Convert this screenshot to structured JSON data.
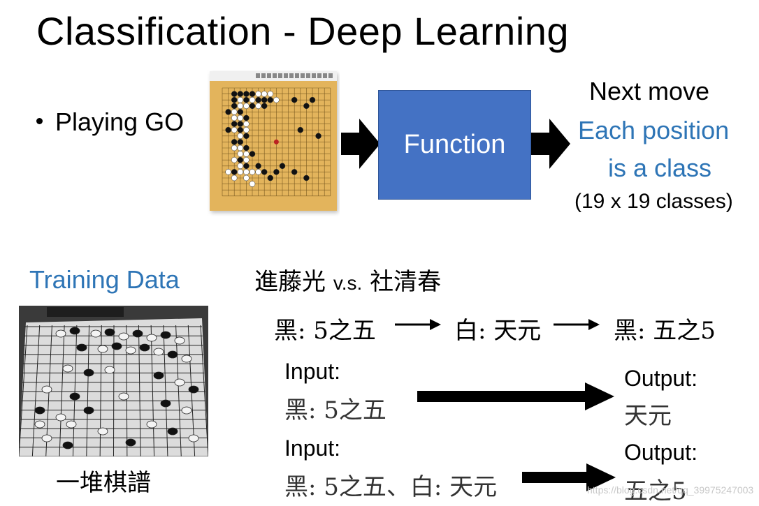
{
  "title": "Classification - Deep Learning",
  "bullet": "Playing GO",
  "function_label": "Function",
  "next_move": "Next move",
  "each_position_1": "Each position",
  "each_position_2": "is a class",
  "classes": "(19 x 19 classes)",
  "training_data": "Training Data",
  "pile_caption": "一堆棋譜",
  "players": {
    "black": "進藤光",
    "vs": "v.s.",
    "white": "社清春"
  },
  "sequence": [
    "黑: 5之五",
    "白: 天元",
    "黑: 五之5"
  ],
  "example1": {
    "input_label": "Input:",
    "input_value": "黑: 5之五",
    "output_label": "Output:",
    "output_value": "天元"
  },
  "example2": {
    "input_label": "Input:",
    "input_value": "黑: 5之五、白: 天元",
    "output_label": "Output:",
    "output_value": "五之5"
  },
  "watermark": "https://blog.csdn.net/qq_39975247003",
  "colors": {
    "function_box": "#4472c4",
    "accent_text": "#2e75b6",
    "board_wood": "#e3b45c"
  }
}
